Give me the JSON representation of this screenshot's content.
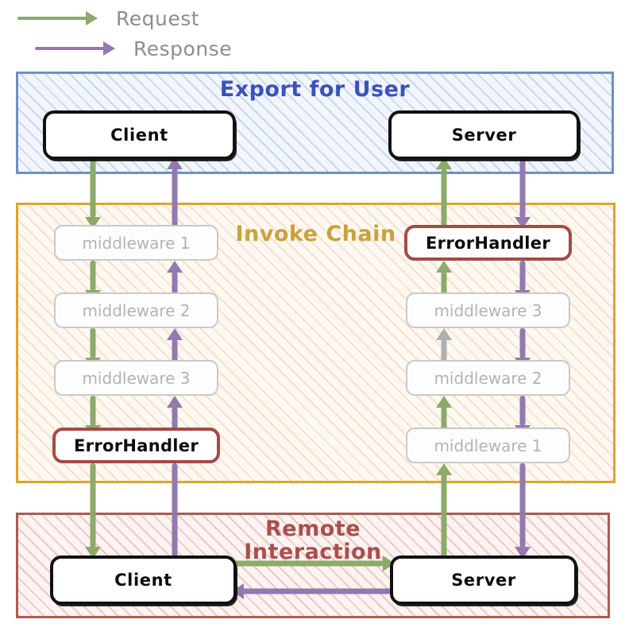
{
  "legend": {
    "items": [
      {
        "label": "Request",
        "color": "#8caa6a",
        "icon": "arrow-right-icon"
      },
      {
        "label": "Response",
        "color": "#9379ad",
        "icon": "arrow-right-icon"
      }
    ]
  },
  "panels": [
    {
      "id": "export",
      "title": "Export for User",
      "color": "#3a53bb"
    },
    {
      "id": "invoke",
      "title": "Invoke Chain",
      "color": "#c9a23e"
    },
    {
      "id": "remote",
      "title": "Remote Interaction",
      "title_line1": "Remote",
      "title_line2": "Interaction",
      "color": "#a8504e"
    }
  ],
  "nodes": {
    "export_client": "Client",
    "export_server": "Server",
    "chain_left": [
      "middleware 1",
      "middleware 2",
      "middleware 3",
      "ErrorHandler"
    ],
    "chain_right": [
      "ErrorHandler",
      "middleware 3",
      "middleware 2",
      "middleware 1"
    ],
    "remote_client": "Client",
    "remote_server": "Server"
  },
  "flow": {
    "request_label": "Request",
    "response_label": "Response"
  }
}
